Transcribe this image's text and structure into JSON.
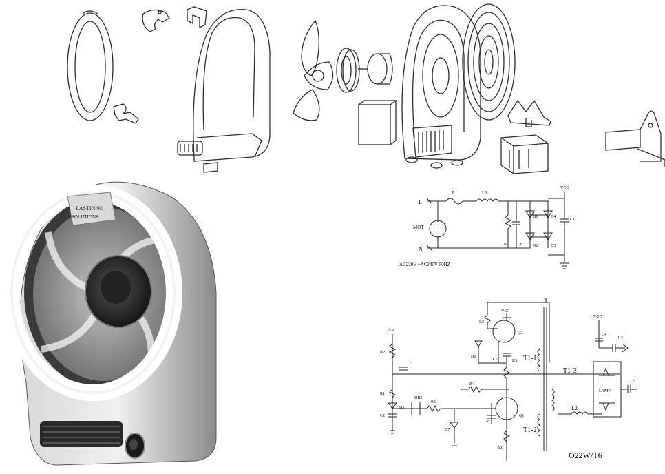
{
  "photo": {
    "brand_line1": "EASTINNO",
    "brand_line2": "SOLUTIONS"
  },
  "power_circuit": {
    "labels": {
      "L": "L",
      "N": "N",
      "F": "F",
      "L1": "L1",
      "MOT": "MOT",
      "R7": "R7",
      "C6": "C6",
      "D1": "D1",
      "D2": "D2",
      "D3": "D3",
      "D4": "D4",
      "C1": "C1",
      "VCC": "VCC"
    },
    "supply_caption": "AC220V ~AC240V 50HZ"
  },
  "ballast_circuit": {
    "labels": {
      "VCC_left": "VCC",
      "VCC_q2": "VCC",
      "VCC_right": "VCC",
      "R2": "R2",
      "C3": "C3",
      "R1": "R1",
      "D5": "D5",
      "DB3": "DB3",
      "C2": "C2",
      "R3": "R3",
      "Q2": "Q2",
      "D6": "D6",
      "C7": "C7",
      "R5": "R5",
      "R4": "R4",
      "R6": "R6",
      "C8": "C8",
      "Q1": "Q1",
      "D7": "D7",
      "R8": "R8",
      "T": "T",
      "T1_1": "T1-1",
      "T1_2": "T1-2",
      "T1_3": "T1-3",
      "L2": "L2",
      "C4": "C4",
      "C5": "C5",
      "C9": "C9",
      "LAMP": "LAMP"
    },
    "model_caption": "O22W/T6"
  }
}
